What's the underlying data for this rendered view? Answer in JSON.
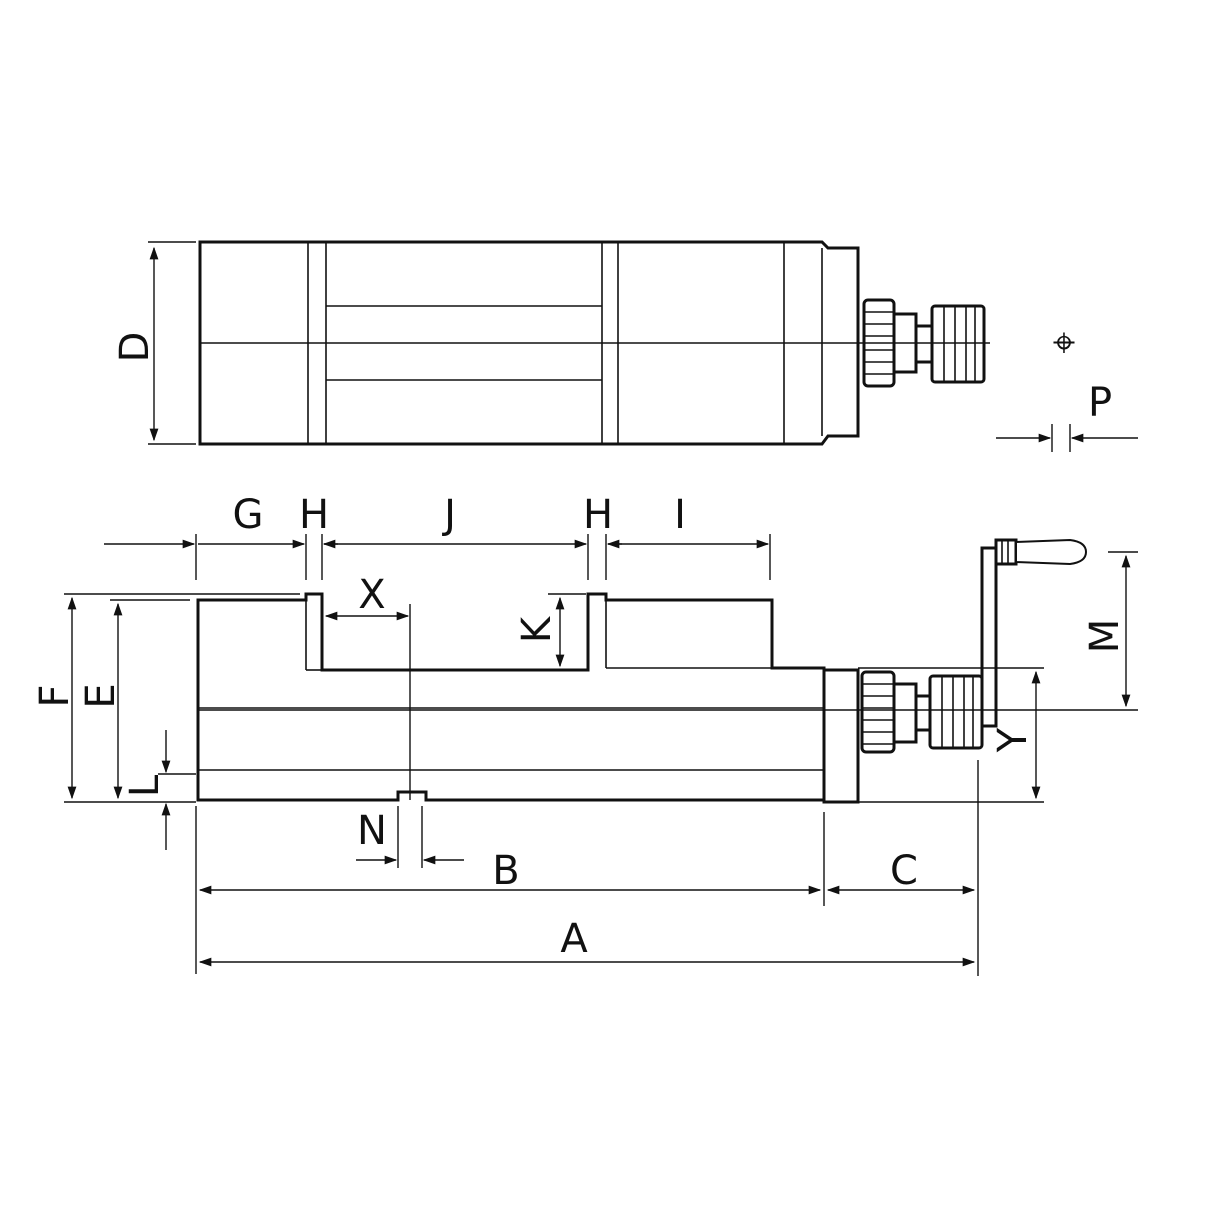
{
  "labels": {
    "A": "A",
    "B": "B",
    "C": "C",
    "D": "D",
    "E": "E",
    "F": "F",
    "G": "G",
    "H1": "H",
    "J": "J",
    "H2": "H",
    "I": "I",
    "K": "K",
    "L": "L",
    "M": "M",
    "N": "N",
    "P": "P",
    "X": "X",
    "Y": "Y"
  },
  "symbols": {
    "position": "⌖"
  }
}
